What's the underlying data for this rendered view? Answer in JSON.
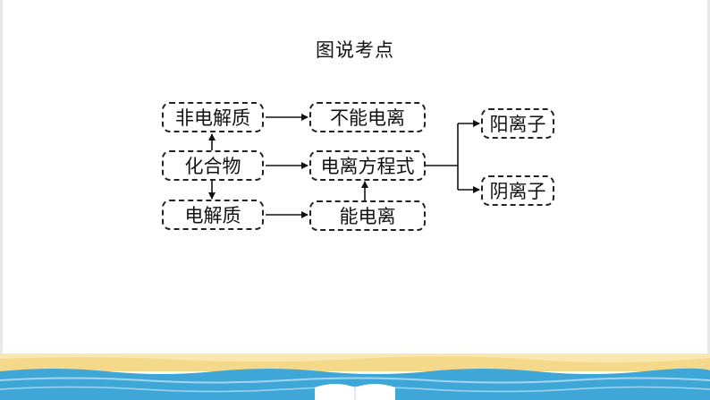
{
  "title": "图说考点",
  "nodes": {
    "nonelectrolyte": "非电解质",
    "compound": "化合物",
    "electrolyte": "电解质",
    "cannot_ionize": "不能电离",
    "ionization_equation": "电离方程式",
    "can_ionize": "能电离",
    "cation": "阳离子",
    "anion": "阴离子"
  },
  "colors": {
    "sand": "#f5d98a",
    "water": "#3fa6d8",
    "water_light": "#9fd6f0",
    "book": "#ffffff"
  }
}
